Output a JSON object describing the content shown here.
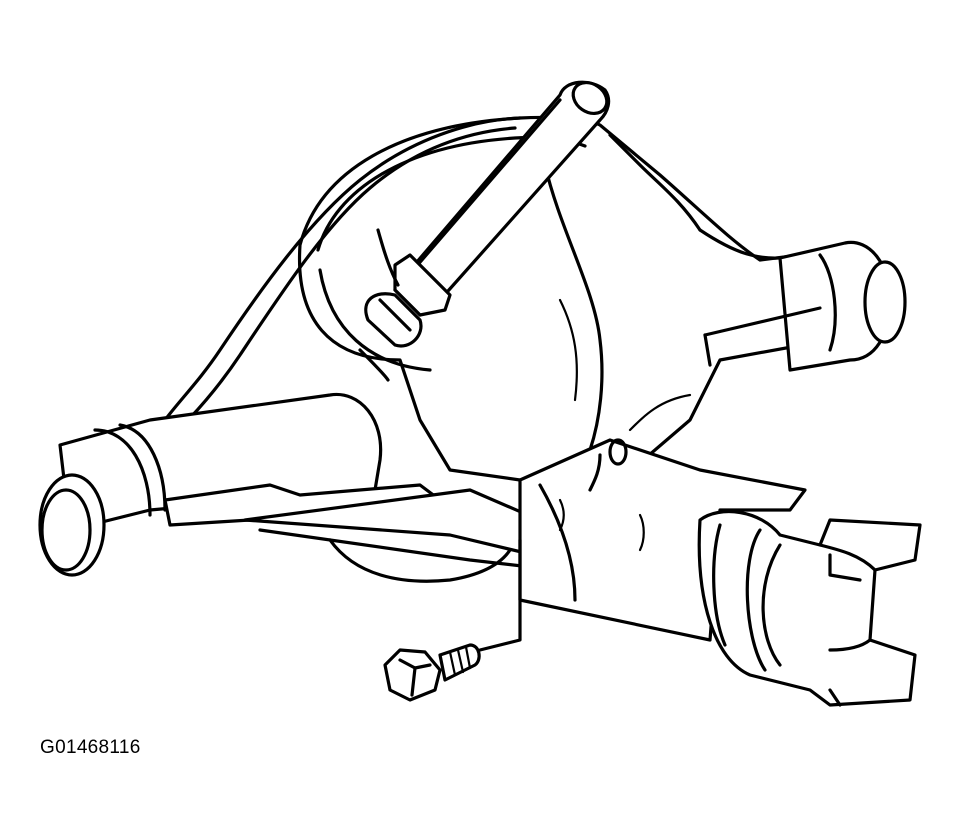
{
  "figure": {
    "id_label": "G01468116"
  },
  "colors": {
    "ink": "#000000",
    "paper": "#ffffff"
  },
  "parts": [
    "differential-housing",
    "cover-flange",
    "vent-hose",
    "hose-clip",
    "axle-tube-left",
    "axle-tube-right",
    "pinion-yoke",
    "mounting-bracket",
    "bracket-bolt"
  ]
}
